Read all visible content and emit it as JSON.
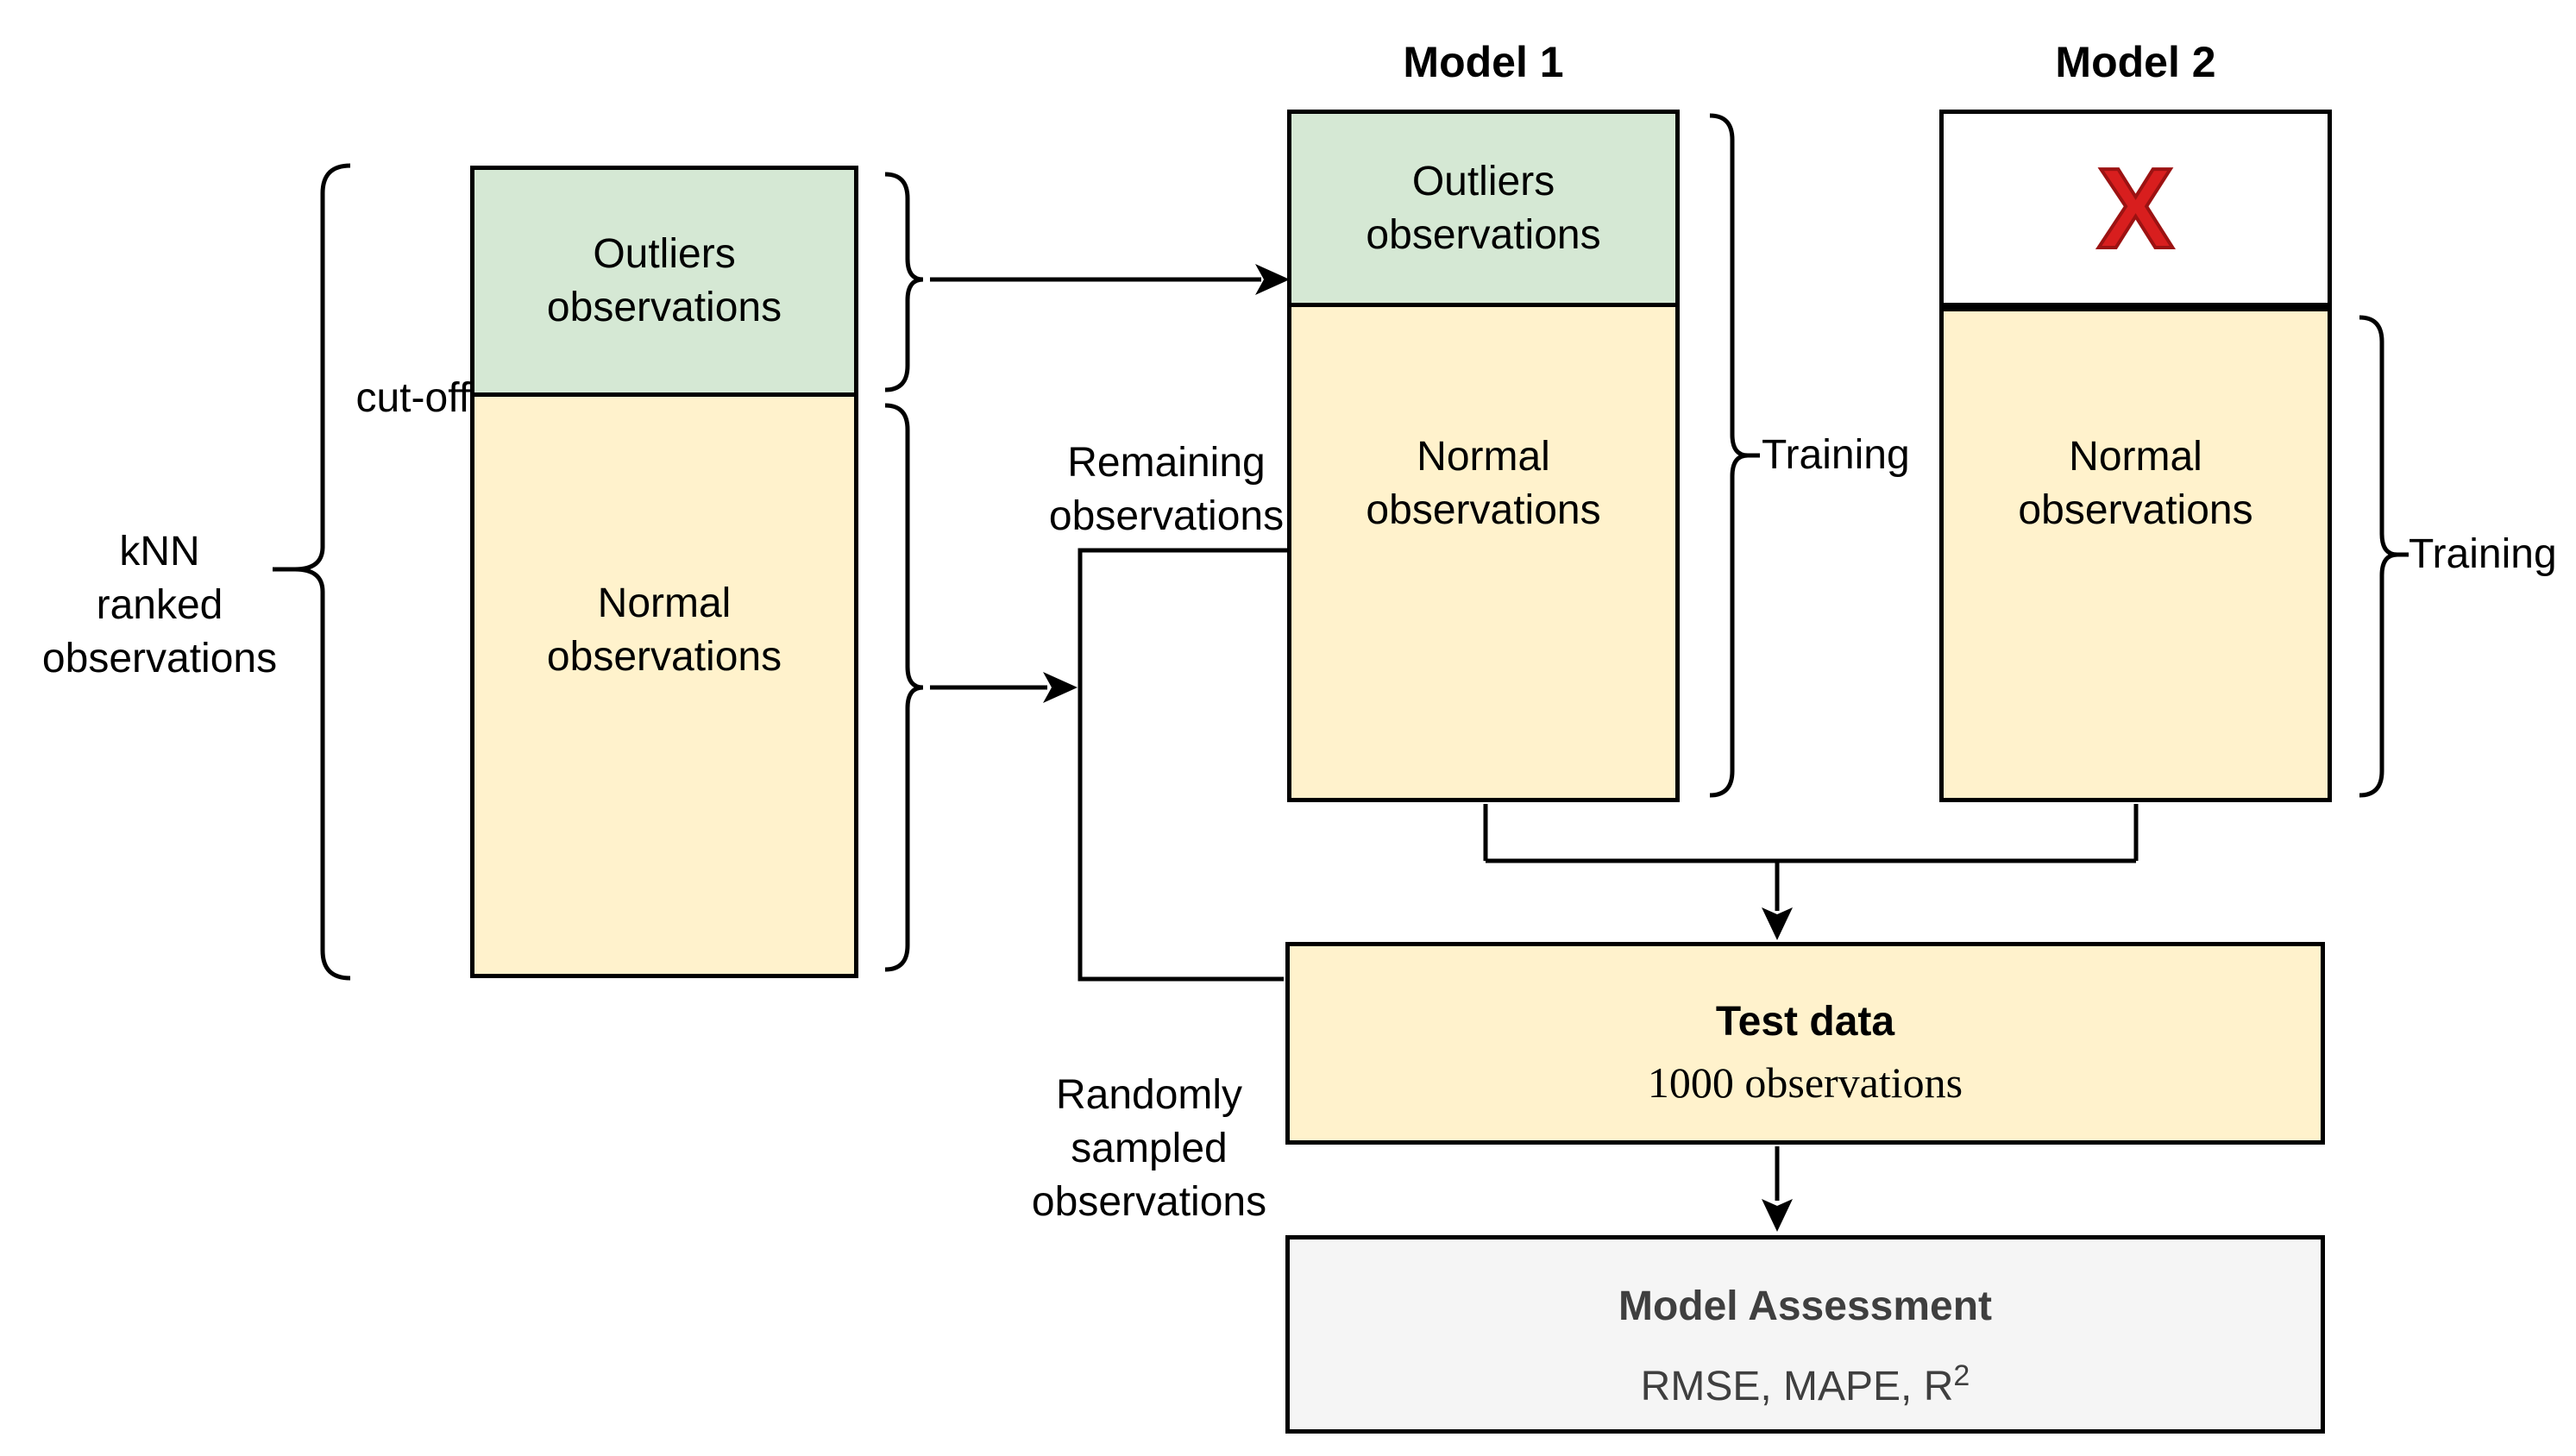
{
  "diagram": {
    "left_group": {
      "brace_label_lines": [
        "kNN",
        "ranked",
        "observations"
      ],
      "cutoff_label": "cut-off",
      "outliers_label": "Outliers observations",
      "normal_label": "Normal observations"
    },
    "flow_labels": {
      "remaining": "Remaining observations",
      "randomly_sampled": "Randomly sampled observations"
    },
    "model1": {
      "title": "Model 1",
      "outliers_label": "Outliers observations",
      "normal_label": "Normal observations",
      "training_label": "Training"
    },
    "model2": {
      "title": "Model 2",
      "x_mark": "X",
      "normal_label": "Normal observations",
      "training_label": "Training"
    },
    "test_box": {
      "title": "Test data",
      "subtitle": "1000 observations"
    },
    "assessment_box": {
      "title": "Model Assessment",
      "metrics_prefix": "RMSE, MAPE, R",
      "metrics_exponent": "2"
    },
    "colors": {
      "outliers_green": "#d5e8d4",
      "normal_yellow": "#fff2cc",
      "removed_white": "#ffffff",
      "assessment_gray": "#f5f5f5",
      "x_red": "#d81e1e",
      "stroke_black": "#000000",
      "assessment_text": "#3f3f3f"
    }
  }
}
